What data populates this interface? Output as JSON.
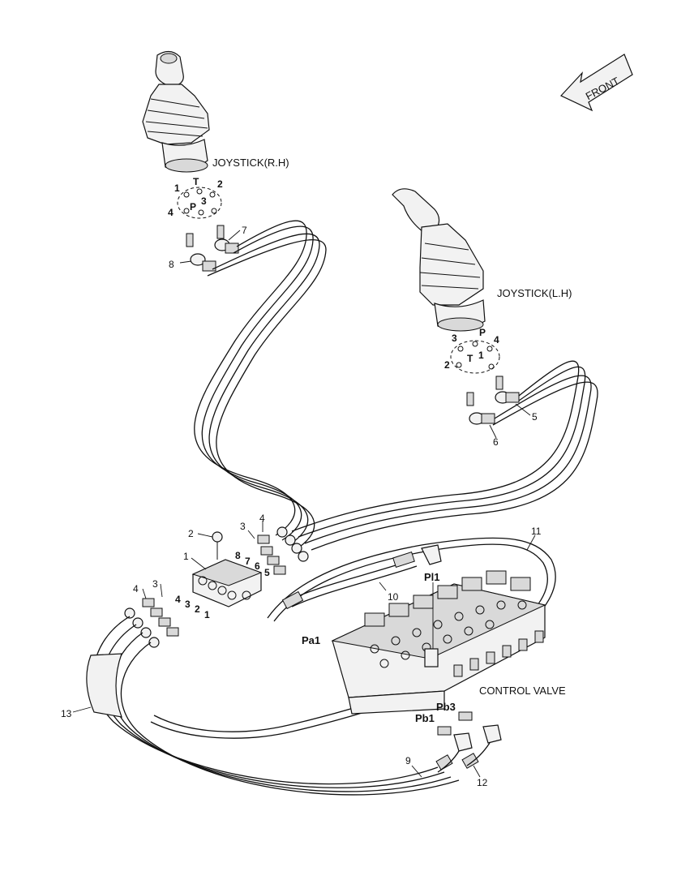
{
  "labels": {
    "front": "FRONT",
    "joystick_rh": "JOYSTICK(R.H)",
    "joystick_lh": "JOYSTICK(L.H)",
    "control_valve": "CONTROL VALVE"
  },
  "ports": {
    "pi1": "Pl1",
    "pa1": "Pa1",
    "pb1": "Pb1",
    "pb3": "Pb3"
  },
  "rh_pins": {
    "t": "T",
    "p": "P",
    "one": "1",
    "two": "2",
    "three": "3",
    "four": "4"
  },
  "lh_pins": {
    "t": "T",
    "p": "P",
    "one": "1",
    "two": "2",
    "three": "3",
    "four": "4"
  },
  "callouts": {
    "c1": "1",
    "c2": "2",
    "c3": "3",
    "c4": "4",
    "c5": "5",
    "c6": "6",
    "c7": "7",
    "c8": "8",
    "c9": "9",
    "c10": "10",
    "c11": "11",
    "c12": "12",
    "c13": "13"
  },
  "block_numbers": {
    "top_row": [
      "8",
      "7",
      "6",
      "5"
    ],
    "left_col": [
      "4",
      "3",
      "2",
      "1"
    ]
  }
}
